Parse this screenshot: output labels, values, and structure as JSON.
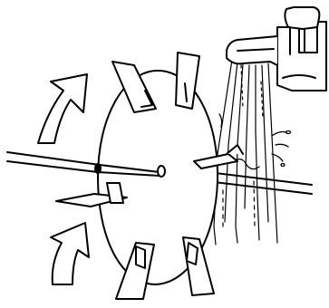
{
  "illustration": {
    "ink_color": "#000000",
    "paper_color": "#ffffff",
    "parts": [
      "water-wheel",
      "faucet",
      "water-stream",
      "axle",
      "paddles",
      "rotation-arrows"
    ]
  }
}
